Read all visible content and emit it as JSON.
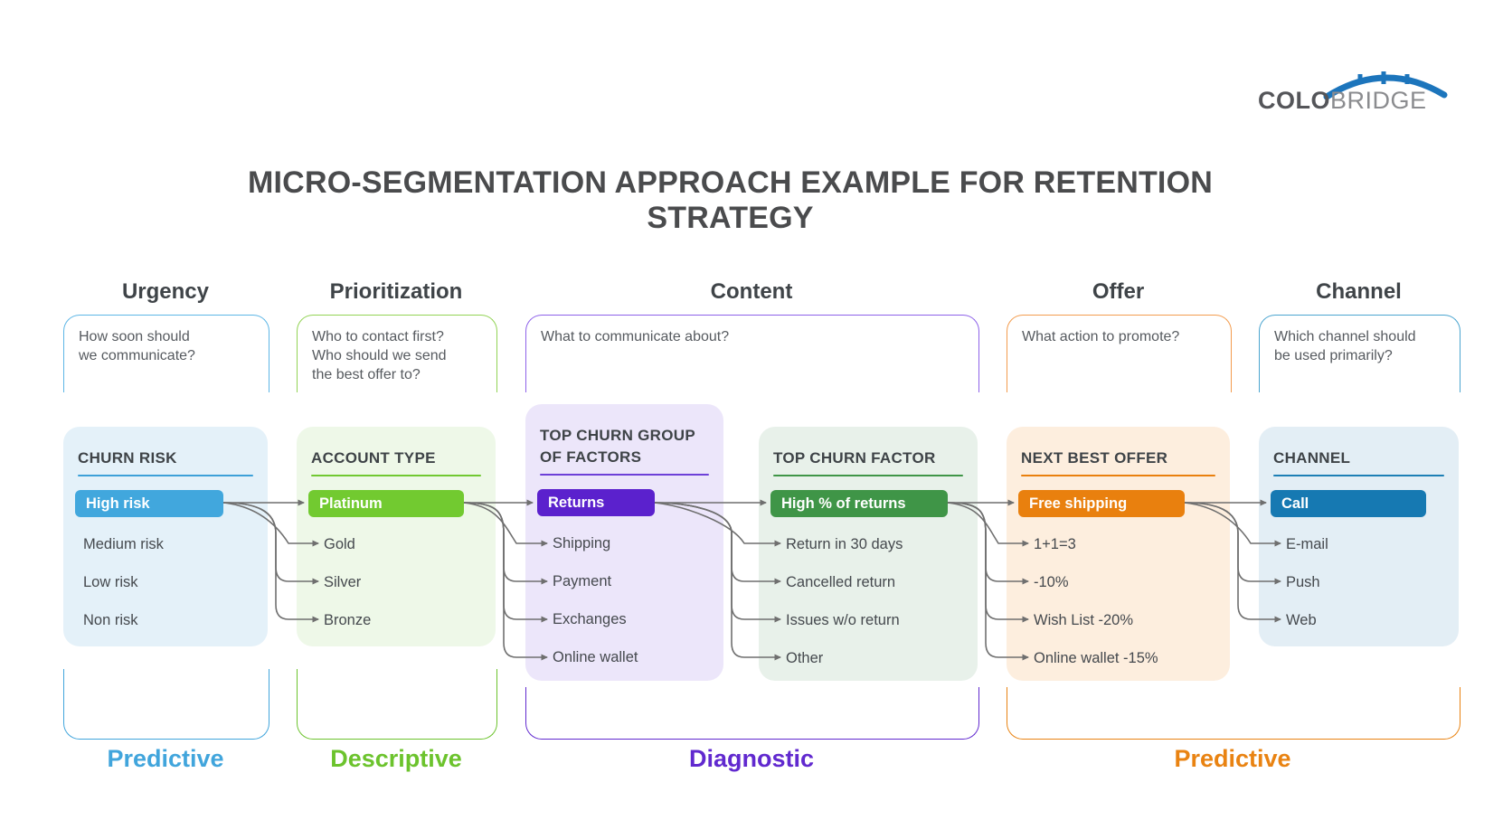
{
  "brand": {
    "name_bold": "COLO",
    "name_light": "BRIDGE",
    "arc_color": "#1c75bc"
  },
  "title": "MICRO-SEGMENTATION APPROACH EXAMPLE FOR RETENTION STRATEGY",
  "stage_headers": [
    "Urgency",
    "Prioritization",
    "Content",
    "Offer",
    "Channel"
  ],
  "questions": [
    {
      "text": "How soon should\nwe communicate?",
      "border_color": "#5db6e6"
    },
    {
      "text": "Who to contact first?\nWho should we send\nthe best offer to?",
      "border_color": "#92d355"
    },
    {
      "text": "What to communicate about?",
      "border_color": "#8e62e9"
    },
    {
      "text": "What action to promote?",
      "border_color": "#f39c4e"
    },
    {
      "text": "Which channel should\nbe used primarily?",
      "border_color": "#4ba5d0"
    }
  ],
  "cards": [
    {
      "title": "CHURN RISK",
      "selected": "High risk",
      "items": [
        "Medium risk",
        "Low risk",
        "Non risk"
      ],
      "colors": {
        "bg": "#e4f1f9",
        "accent": "#3da0d8",
        "pill": "#41a7dd"
      }
    },
    {
      "title": "ACCOUNT TYPE",
      "selected": "Platinum",
      "items": [
        "Gold",
        "Silver",
        "Bronze"
      ],
      "colors": {
        "bg": "#eef8e8",
        "accent": "#71c831",
        "pill": "#72ca30"
      }
    },
    {
      "title": "TOP CHURN GROUP OF FACTORS",
      "selected": "Returns",
      "items": [
        "Shipping",
        "Payment",
        "Exchanges",
        "Online wallet"
      ],
      "colors": {
        "bg": "#ece6fa",
        "accent": "#6d40d8",
        "pill": "#5b21cd"
      }
    },
    {
      "title": "TOP CHURN FACTOR",
      "selected": "High % of returns",
      "items": [
        "Return in 30 days",
        "Cancelled return",
        "Issues w/o return",
        "Other"
      ],
      "colors": {
        "bg": "#e8f1ea",
        "accent": "#3f9547",
        "pill": "#3f9547"
      }
    },
    {
      "title": "NEXT BEST OFFER",
      "selected": "Free shipping",
      "items": [
        "1+1=3",
        "-10%",
        "Wish List -20%",
        "Online wallet -15%"
      ],
      "colors": {
        "bg": "#fdeede",
        "accent": "#e9800e",
        "pill": "#e9800e"
      }
    },
    {
      "title": "CHANNEL",
      "selected": "Call",
      "items": [
        "E-mail",
        "Push",
        "Web"
      ],
      "colors": {
        "bg": "#e3eef5",
        "accent": "#1d7fb5",
        "pill": "#1679b2"
      }
    }
  ],
  "analytics_labels": [
    {
      "label": "Predictive",
      "color": "#41a5dc"
    },
    {
      "label": "Descriptive",
      "color": "#6cc32d"
    },
    {
      "label": "Diagnostic",
      "color": "#6129cf"
    },
    {
      "label": "Predictive",
      "color": "#e98312"
    }
  ],
  "connector_color": "#6f6f6f"
}
